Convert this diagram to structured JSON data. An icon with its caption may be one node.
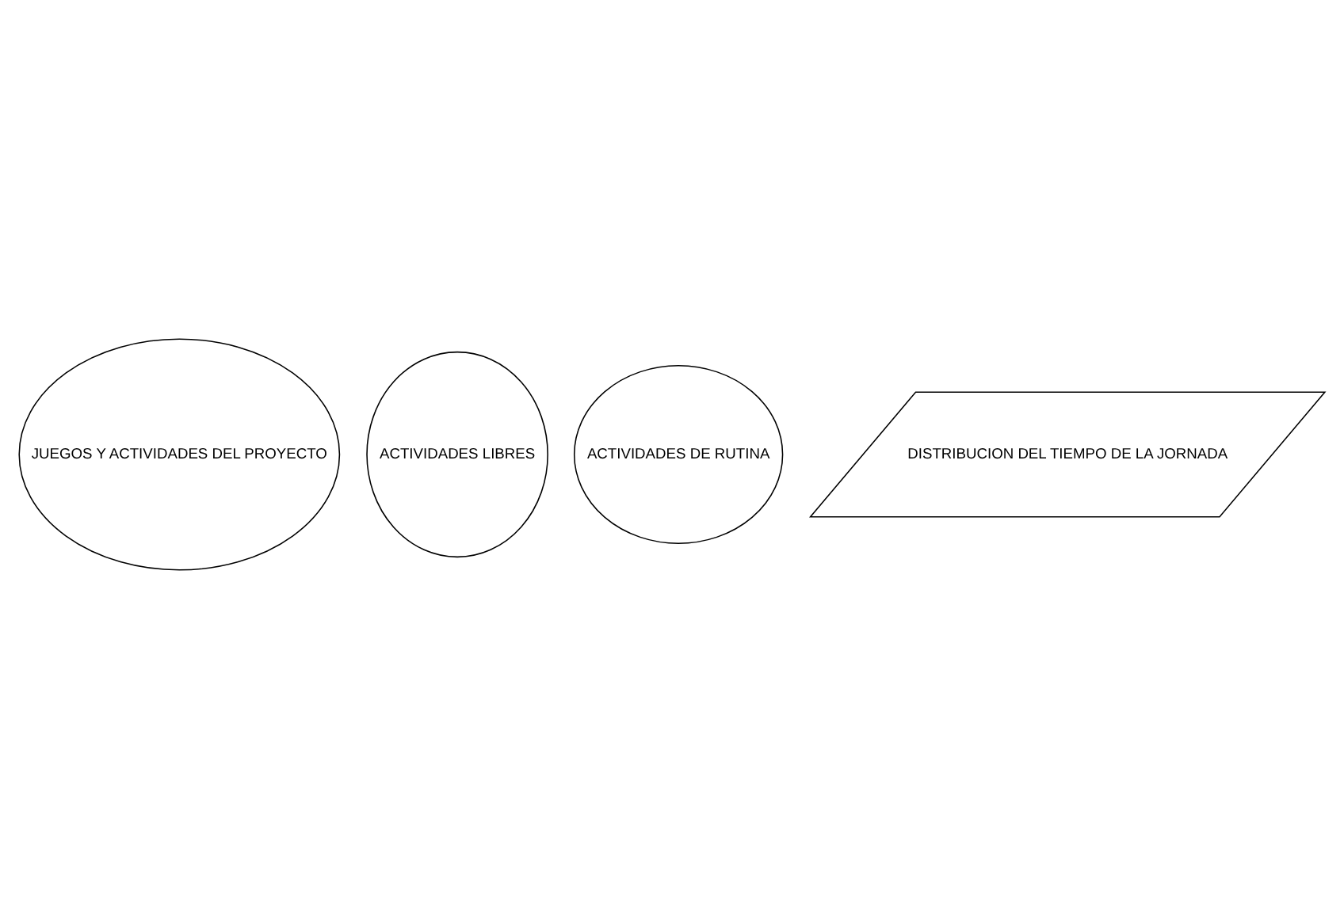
{
  "diagram": {
    "nodes": [
      {
        "text": [
          "JUEGOS Y ACTIVIDADES DEL PROYECTO"
        ]
      },
      {
        "text": [
          "ACTIVIDADES LIBRES"
        ]
      },
      {
        "text": [
          "ACTIVIDADES DE RUTINA"
        ]
      },
      {
        "text": [
          "DISTRIBUCION DEL TIEMPO DE LA JORNADA"
        ]
      }
    ]
  }
}
